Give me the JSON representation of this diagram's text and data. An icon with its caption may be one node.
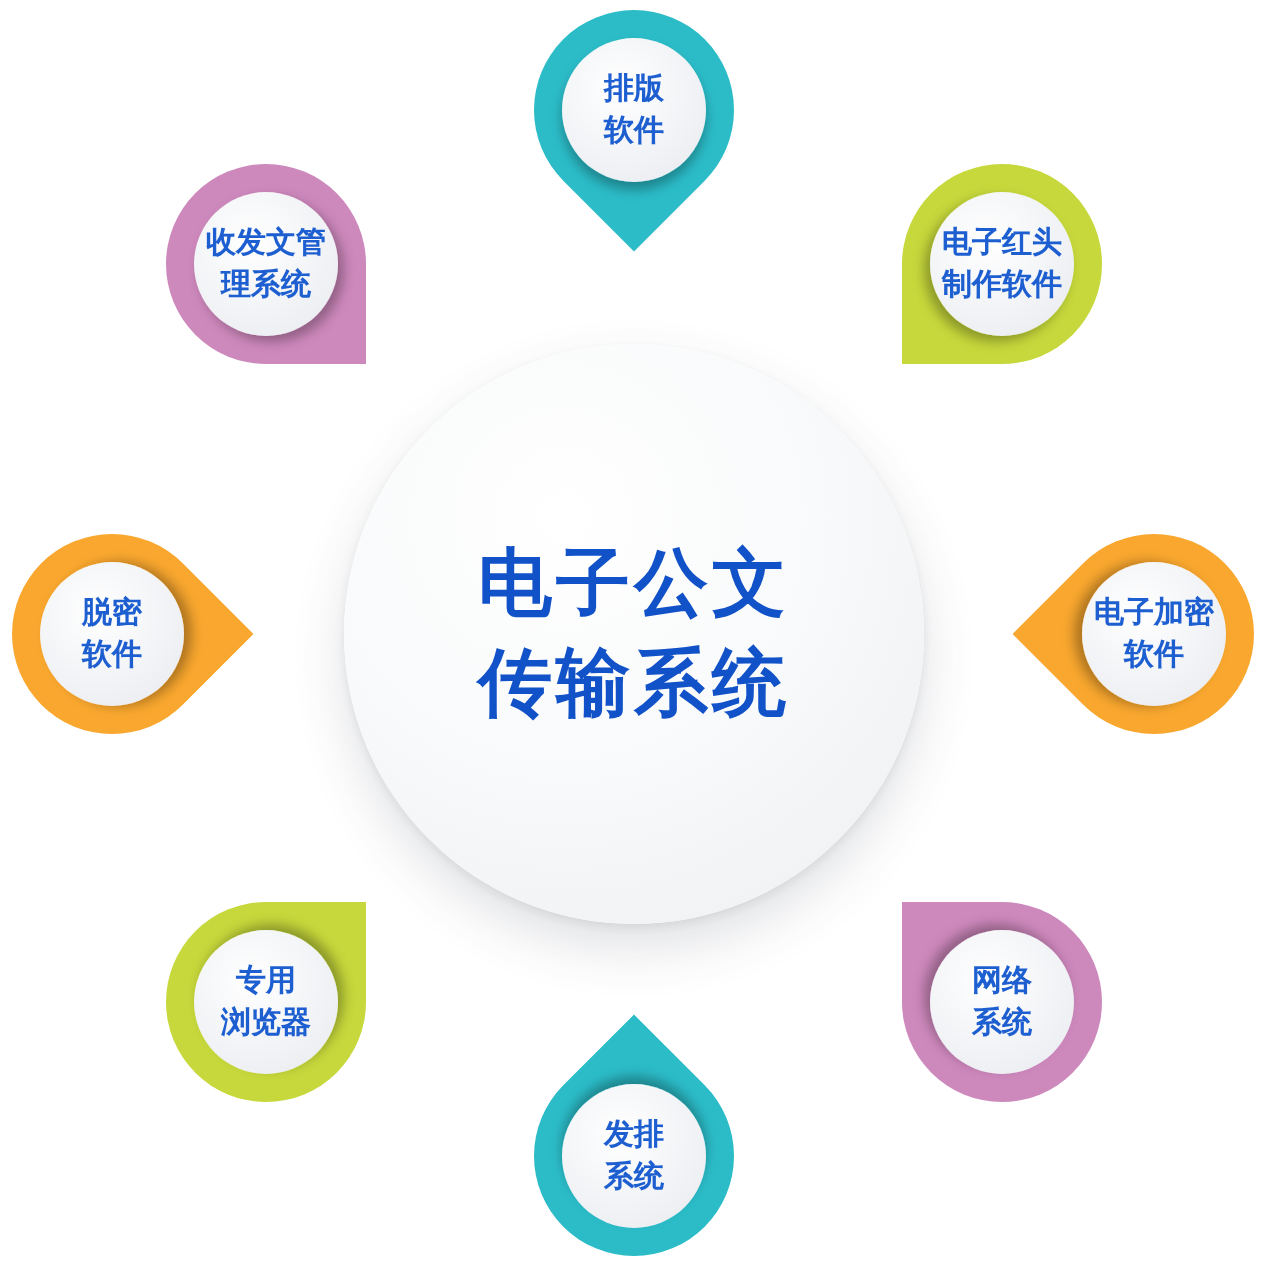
{
  "diagram": {
    "nodes": [
      {
        "text": [
          "电子公文传输系统"
        ]
      },
      {
        "text": [
          "排版软件"
        ]
      },
      {
        "text": [
          "收发文管理系统"
        ]
      },
      {
        "text": [
          "电子红头制作软件"
        ]
      },
      {
        "text": [
          "脱密软件"
        ]
      },
      {
        "text": [
          "电子加密软件"
        ]
      },
      {
        "text": [
          "专用浏览器"
        ]
      },
      {
        "text": [
          "网络系统"
        ]
      },
      {
        "text": [
          "发排系统"
        ]
      }
    ]
  }
}
